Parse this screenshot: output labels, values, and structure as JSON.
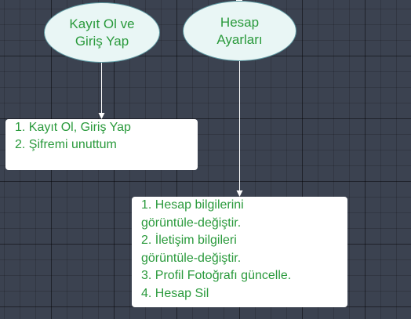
{
  "colors": {
    "canvas_background": "#3b4250",
    "node_fill": "#e9f6f5",
    "node_border": "#5f9aa3",
    "text": "#2a9a3c",
    "box_fill": "#ffffff",
    "connector": "#ffffff"
  },
  "nodes": {
    "kayit": {
      "lines": [
        "Kayıt Ol ve",
        "Giriş Yap"
      ]
    },
    "hesap": {
      "lines": [
        "Hesap",
        "Ayarları"
      ]
    }
  },
  "boxes": {
    "kayit": {
      "lines": [
        "1. Kayıt Ol, Giriş Yap",
        "2. Şifremi unuttum"
      ]
    },
    "hesap": {
      "lines": [
        "1. Hesap bilgilerini",
        "görüntüle-değiştir.",
        "2. İletişim bilgileri",
        "görüntüle-değiştir.",
        "3. Profil Fotoğrafı güncelle.",
        "4. Hesap Sil"
      ]
    }
  }
}
